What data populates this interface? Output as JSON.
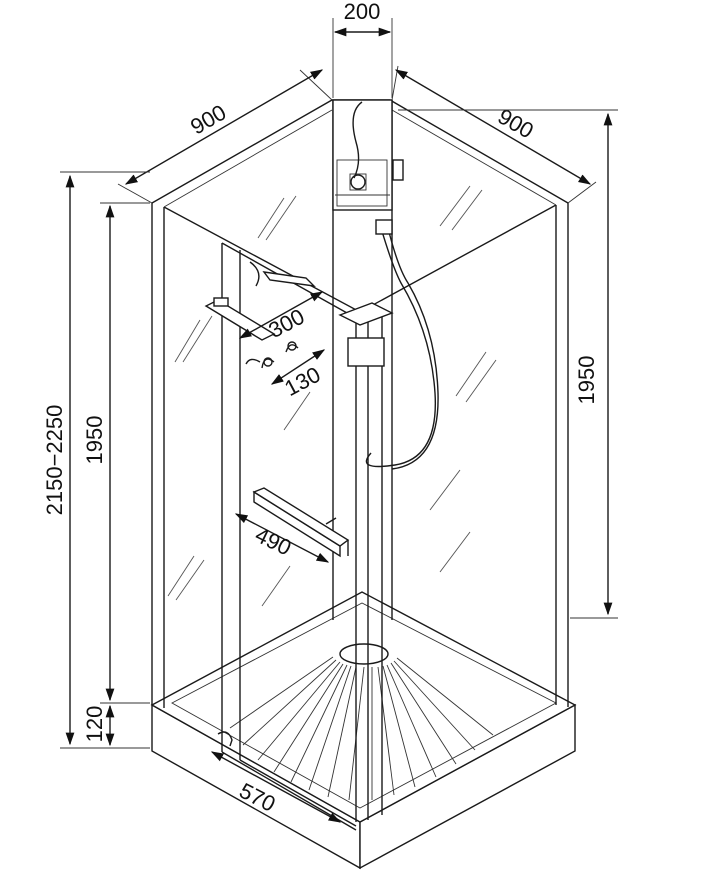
{
  "dimensions": {
    "column_width": "200",
    "width_left": "900",
    "width_right": "900",
    "total_height": "2150−2250",
    "cabin_height_left": "1950",
    "cabin_height_right": "1950",
    "tray_height": "120",
    "shelf_depth": "300",
    "hook_rail": "130",
    "bench_width": "490",
    "door_width": "570"
  },
  "colors": {
    "line": "#1a1a1a",
    "background": "#ffffff"
  }
}
